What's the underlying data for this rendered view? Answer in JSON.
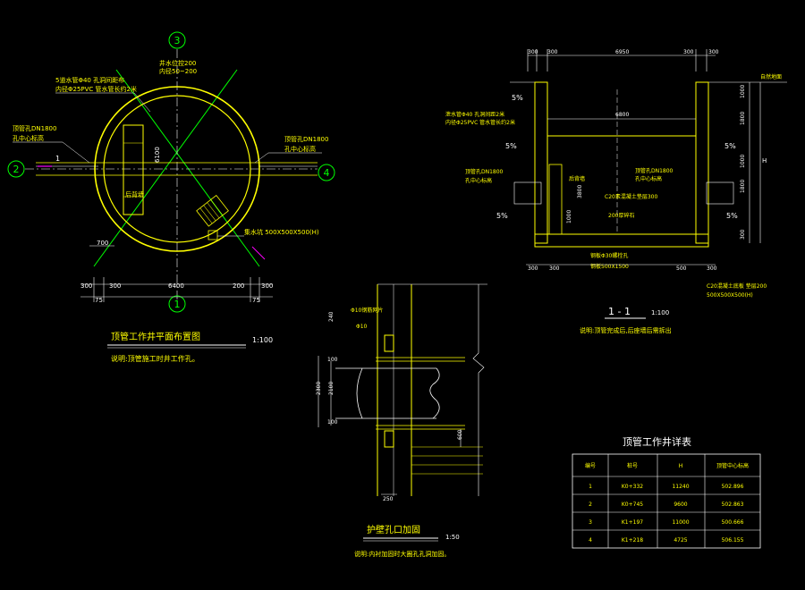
{
  "plan": {
    "axis_labels": [
      "3",
      "2",
      "4",
      "1"
    ],
    "note_top": "井水位控200",
    "note_top2": "内径50~200",
    "note_pipe_l1": "5道水管Φ40 孔洞间距布",
    "note_pipe_l2": "内径Φ25PVC 管水管长约2米",
    "note_left1": "顶管孔DN1800",
    "note_left2": "孔中心标高",
    "note_right1": "顶管孔DN1800",
    "note_right2": "孔中心标高",
    "note_houbei": "后背墙",
    "note_sump": "集水坑 500X500X500(H)",
    "inner_dim": "6100",
    "dims_bottom": [
      "300",
      "300",
      "6400",
      "200",
      "300"
    ],
    "dims_bottom2": [
      "75",
      "75"
    ],
    "dim_left": "700",
    "sec_line": "1",
    "title": "顶管工作井平面布置图",
    "scale": "1:100",
    "note": "说明:顶管施工时井工作孔。"
  },
  "section": {
    "dims_top": [
      "300",
      "300",
      "6950",
      "300",
      "300"
    ],
    "dim_inner": "6800",
    "slope": "5%",
    "note_pipe_l1": "泄水管Φ40 孔洞间距2米",
    "note_pipe_l2": "内径Φ25PVC 管水管长约2米",
    "note_left1": "顶管孔DN1800",
    "note_left2": "孔中心标高",
    "note_right1": "顶管孔DN1800",
    "note_right2": "孔中心标高",
    "note_houbei": "后背墙",
    "note_floor1": "C20素混凝土垫层300",
    "note_floor2": "200厚碎石",
    "note_steel1": "钢板Φ30螺栓孔",
    "note_steel2": "钢板500X1500",
    "note_sump1": "C20混凝土底板 垫层200",
    "note_sump2": "500X500X500(H)",
    "dims_right": [
      "1000",
      "1800",
      "1000",
      "1800",
      "300"
    ],
    "dim_h": "H",
    "dims_bottom": [
      "300",
      "300",
      "500",
      "300"
    ],
    "label_ground": "自然地面",
    "dim_left": "3800",
    "dim_left2": "1000",
    "title": "1 - 1",
    "scale": "1:100",
    "note": "说明:顶管完成后,后座墙后需拆出"
  },
  "detail": {
    "note_bar": "Φ10钢筋网片",
    "note_bar2": "Φ10",
    "dim_240": "240",
    "dim_2100": "2100",
    "dim_2300": "2300",
    "dim_100": "100",
    "dim_600": "600",
    "dim_250": "250",
    "title": "护壁孔口加固",
    "scale": "1:50",
    "note": "说明:内衬加固时大圈孔孔洞加固。"
  },
  "table": {
    "title": "顶管工作井详表",
    "headers": [
      "编号",
      "桩号",
      "H",
      "顶管中心标高"
    ],
    "rows": [
      [
        "1",
        "K0+332",
        "11240",
        "502.896"
      ],
      [
        "2",
        "K0+745",
        "9600",
        "502.863"
      ],
      [
        "3",
        "K1+197",
        "11000",
        "500.666"
      ],
      [
        "4",
        "K1+218",
        "4725",
        "506.155"
      ]
    ]
  }
}
